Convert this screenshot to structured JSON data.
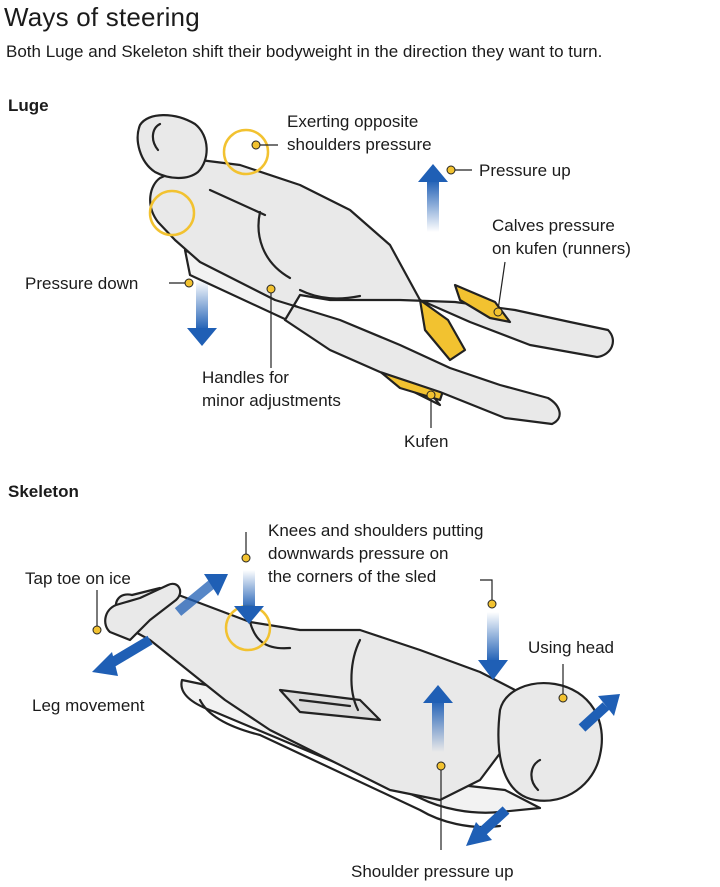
{
  "title": "Ways of steering",
  "subtitle": "Both Luge and Skeleton shift their bodyweight in the direction they want to turn.",
  "colors": {
    "accent_yellow": "#f2c230",
    "arrow_blue": "#1f5fb5",
    "body_fill": "#e9e9e9",
    "outline": "#222222"
  },
  "luge": {
    "heading": "Luge",
    "labels": {
      "shoulders_1": "Exerting opposite",
      "shoulders_2": "shoulders pressure",
      "pressure_up": "Pressure up",
      "calves_1": "Calves pressure",
      "calves_2": "on kufen (runners)",
      "pressure_down": "Pressure down",
      "handles_1": "Handles for",
      "handles_2": "minor adjustments",
      "kufen": "Kufen"
    }
  },
  "skeleton": {
    "heading": "Skeleton",
    "labels": {
      "knees_1": "Knees and shoulders putting",
      "knees_2": "downwards pressure on",
      "knees_3": "the corners of the sled",
      "tap_toe": "Tap toe on ice",
      "using_head": "Using head",
      "leg_movement": "Leg movement",
      "shoulder_up": "Shoulder pressure up"
    }
  }
}
